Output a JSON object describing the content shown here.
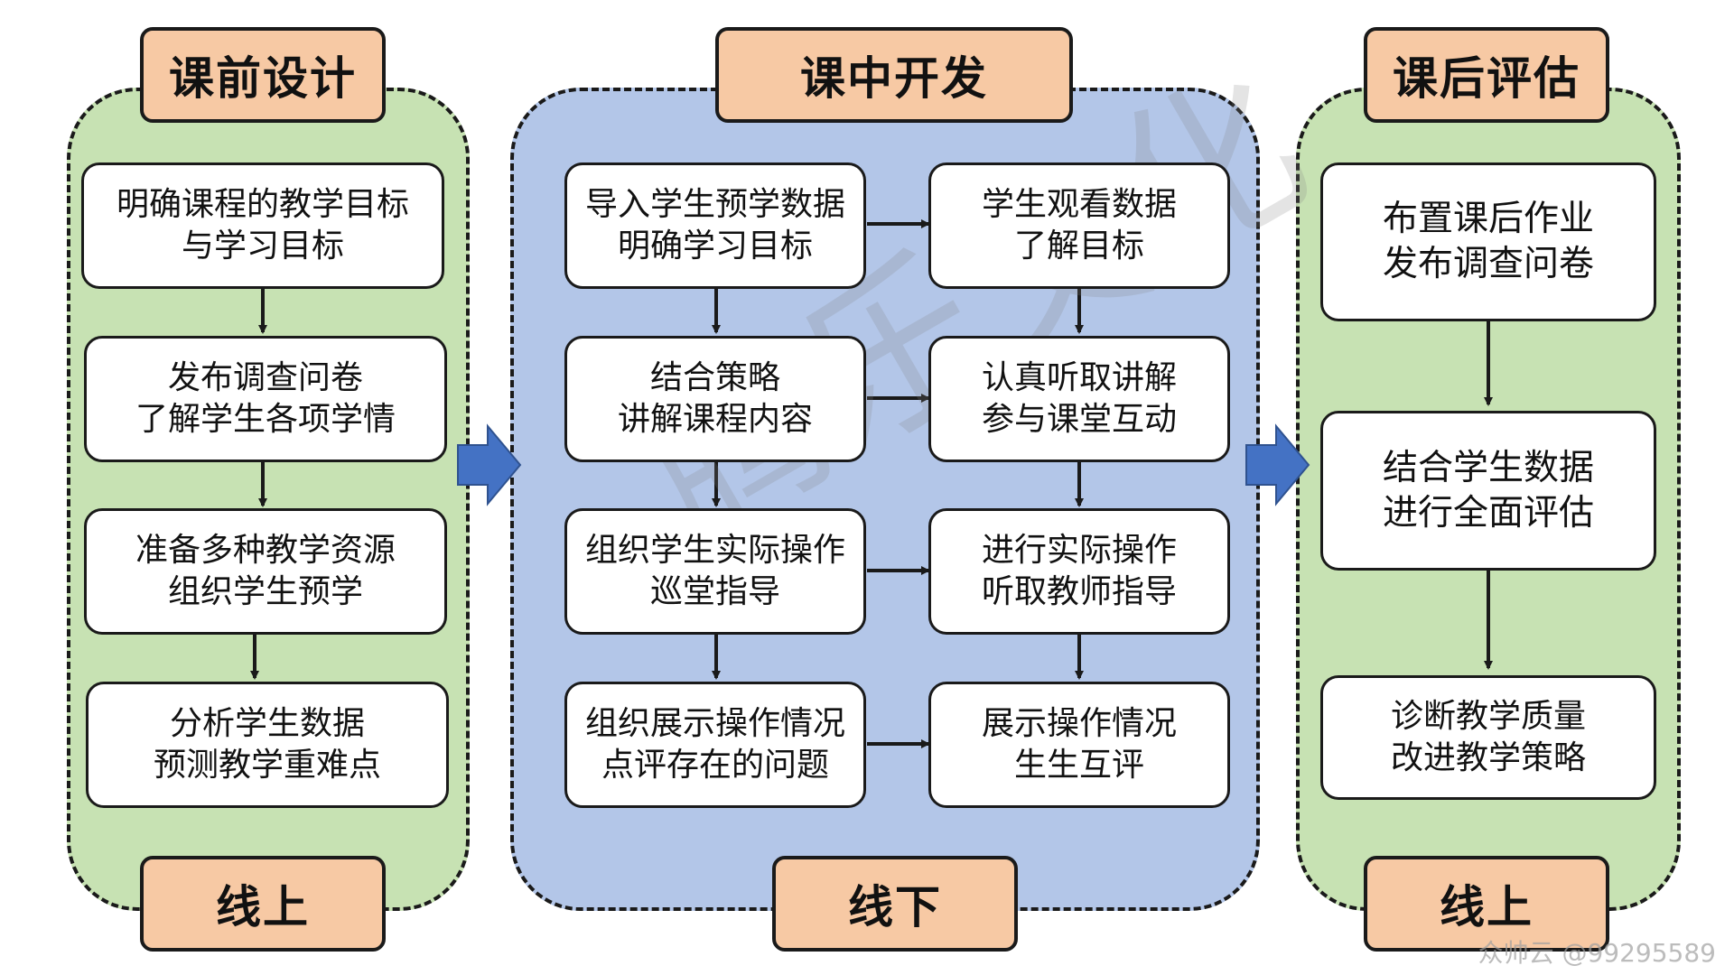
{
  "columns": {
    "pre": {
      "title": "课前设计",
      "mode": "线上",
      "steps": [
        [
          "明确课程的教学目标",
          "与学习目标"
        ],
        [
          "发布调查问卷",
          "了解学生各项学情"
        ],
        [
          "准备多种教学资源",
          "组织学生预学"
        ],
        [
          "分析学生数据",
          "预测教学重难点"
        ]
      ]
    },
    "mid": {
      "title": "课中开发",
      "mode": "线下",
      "teacher": [
        [
          "导入学生预学数据",
          "明确学习目标"
        ],
        [
          "结合策略",
          "讲解课程内容"
        ],
        [
          "组织学生实际操作",
          "巡堂指导"
        ],
        [
          "组织展示操作情况",
          "点评存在的问题"
        ]
      ],
      "student": [
        [
          "学生观看数据",
          "了解目标"
        ],
        [
          "认真听取讲解",
          "参与课堂互动"
        ],
        [
          "进行实际操作",
          "听取教师指导"
        ],
        [
          "展示操作情况",
          "生生互评"
        ]
      ]
    },
    "post": {
      "title": "课后评估",
      "mode": "线上",
      "steps": [
        [
          "布置课后作业",
          "发布调查问卷"
        ],
        [
          "结合学生数据",
          "进行全面评估"
        ],
        [
          "诊断教学质量",
          "改进教学策略"
        ]
      ]
    }
  },
  "watermark": "腾乐文化",
  "credit": "众帅云 @99295589",
  "colors": {
    "panel_green": "#c7e2b3",
    "panel_blue": "#b3c6e8",
    "tag_fill": "#f7c9a4",
    "big_arrow": "#4472c4"
  }
}
